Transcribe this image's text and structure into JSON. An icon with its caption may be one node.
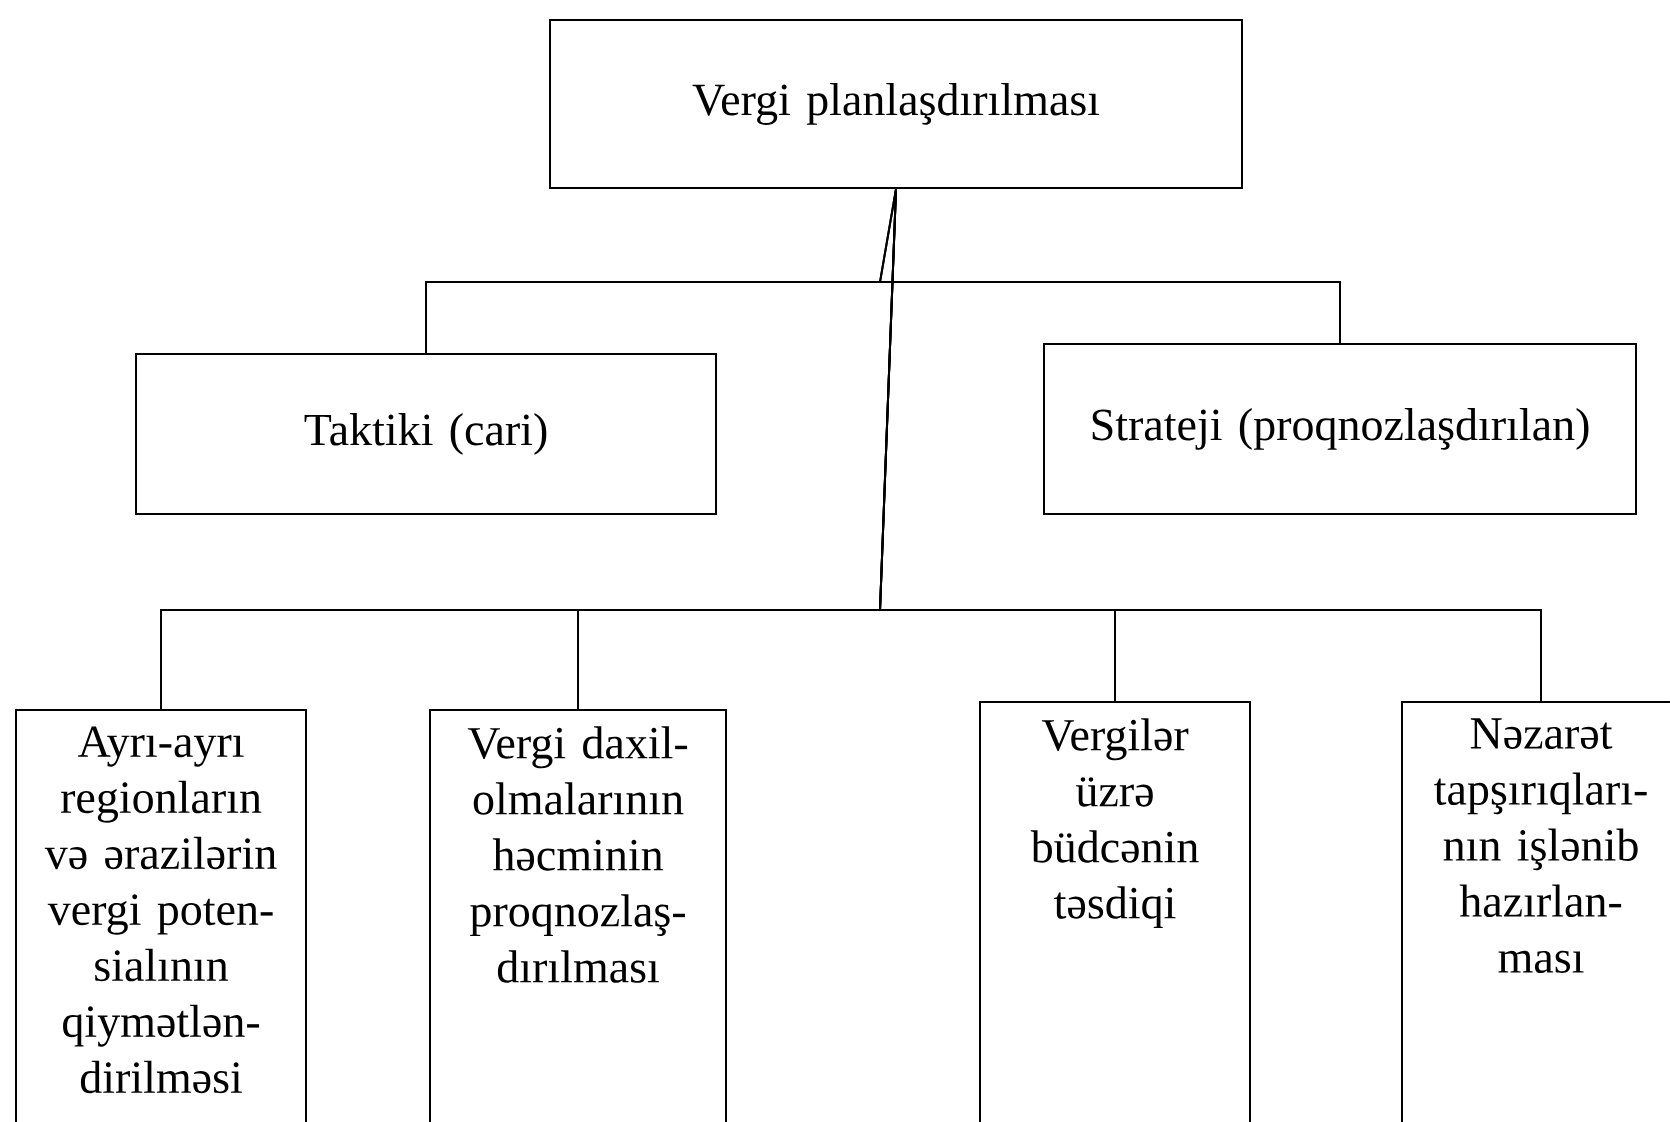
{
  "diagram": {
    "nodes": [
      {
        "text": [
          "Vergi planlaşdırılması"
        ]
      },
      {
        "text": [
          "Taktiki (cari)"
        ]
      },
      {
        "text": [
          "Strateji (proqnozlaşdırılan)"
        ]
      },
      {
        "text": [
          "Ayrı-ayrı regionların və ərazilərin vergi poten- sialının qiymətlən- dirilməsi"
        ]
      },
      {
        "text": [
          "Vergi daxil- olmalarının həcminin proqnozlaş- dırılması"
        ]
      },
      {
        "text": [
          "Vergilər üzrə büdcənin təsdiqi"
        ]
      },
      {
        "text": [
          "Nəzarət tapşırıqları- nın işlənib hazırlan- ması"
        ]
      }
    ],
    "edges": [
      {
        "from": 0,
        "to": 1,
        "arrow": "none"
      },
      {
        "from": 0,
        "to": 2,
        "arrow": "none"
      },
      {
        "from": 0,
        "to": 3,
        "arrow": "none"
      },
      {
        "from": 0,
        "to": 4,
        "arrow": "none"
      },
      {
        "from": 0,
        "to": 5,
        "arrow": "none"
      },
      {
        "from": 0,
        "to": 6,
        "arrow": "none"
      }
    ]
  }
}
